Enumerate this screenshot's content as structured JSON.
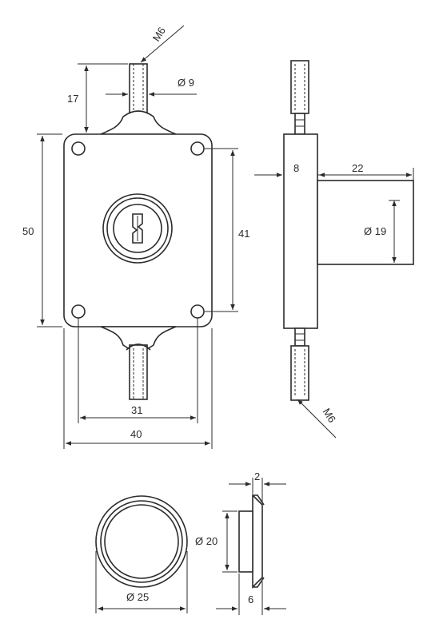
{
  "dimensions": {
    "height_top_pin": "17",
    "thread_top": "M6",
    "pin_diameter": "Ø 9",
    "body_height": "50",
    "hole_spacing_vertical": "41",
    "hole_spacing_horizontal": "31",
    "body_width": "40",
    "side_thickness": "8",
    "cylinder_length": "22",
    "cylinder_diameter": "Ø 19",
    "thread_bottom": "M6",
    "rosette_thickness": "2",
    "rosette_inner_diameter": "Ø 20",
    "rosette_outer_diameter": "Ø 25",
    "rosette_depth": "6"
  }
}
